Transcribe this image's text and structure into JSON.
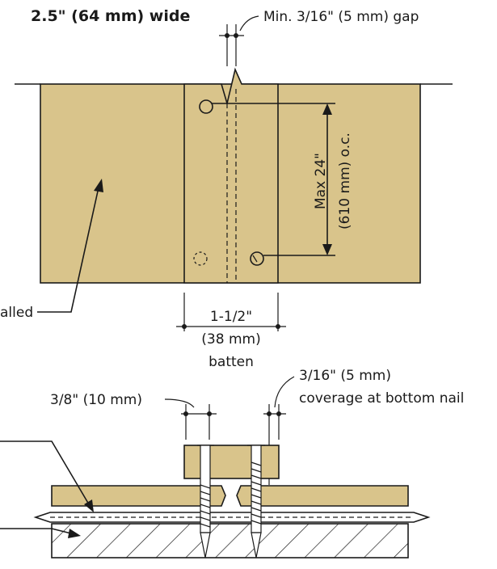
{
  "labels": {
    "width_title": "2.5\" (64 mm) wide",
    "min_gap": "Min. 3/16\" (5 mm) gap",
    "max_spacing_line1": "Max 24\"",
    "max_spacing_line2": "(610 mm) o.c.",
    "installed_fragment": "alled",
    "batten_width_line1": "1-1/2\"",
    "batten_width_line2": "(38 mm)",
    "batten_width_line3": "batten",
    "edge_distance": "3/8\" (10 mm)",
    "bottom_coverage_line1": "3/16\" (5 mm)",
    "bottom_coverage_line2": "coverage at bottom nail"
  },
  "colors": {
    "wood": "#d9c48b",
    "line": "#1a1a1a"
  }
}
